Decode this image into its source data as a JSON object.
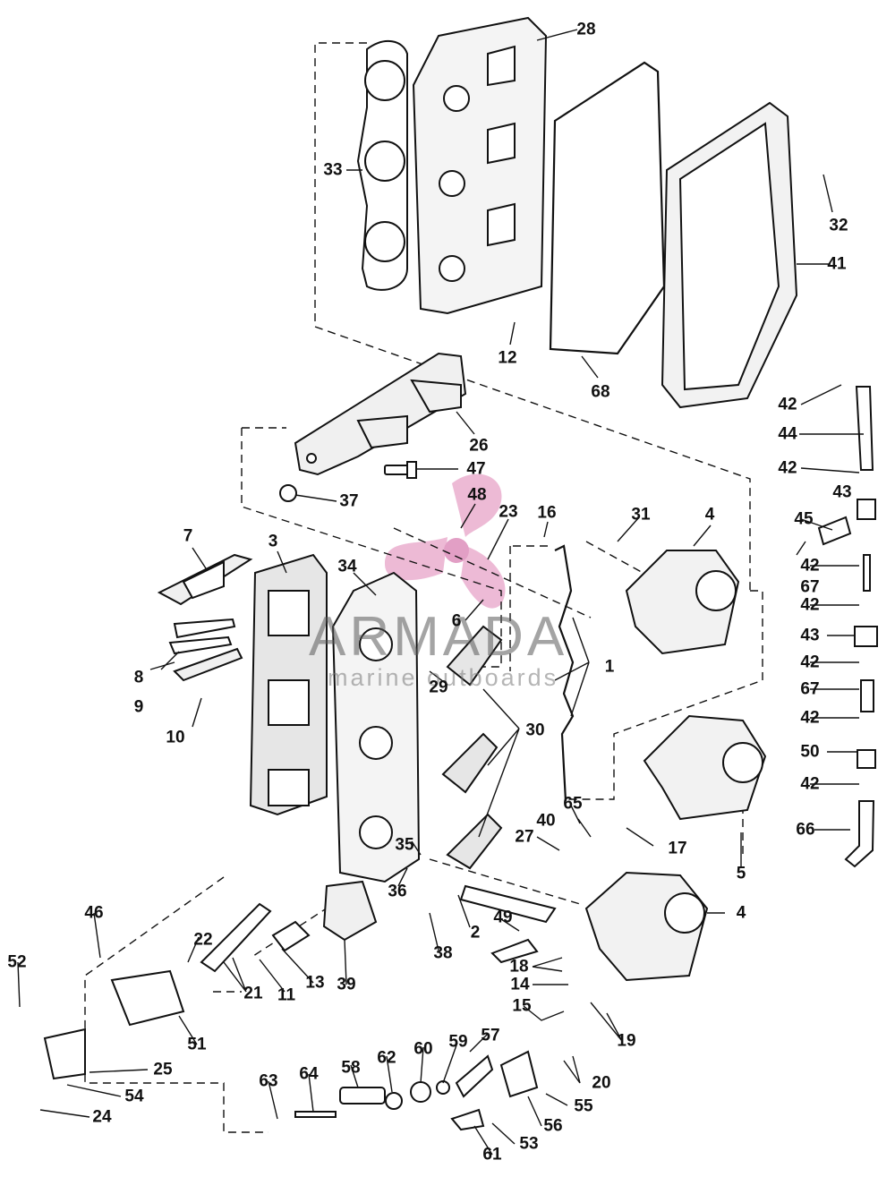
{
  "watermark": {
    "brand": "ARMADA",
    "subtitle": "marine outboards",
    "logo_color": "#e7a3c8"
  },
  "callouts": [
    "28",
    "33",
    "32",
    "41",
    "12",
    "68",
    "42",
    "44",
    "26",
    "47",
    "42",
    "43",
    "37",
    "45",
    "48",
    "16",
    "31",
    "4",
    "23",
    "42",
    "7",
    "3",
    "67",
    "34",
    "42",
    "6",
    "43",
    "1",
    "8",
    "42",
    "9",
    "67",
    "29",
    "30",
    "42",
    "10",
    "50",
    "40",
    "65",
    "27",
    "17",
    "42",
    "35",
    "5",
    "66",
    "36",
    "2",
    "4",
    "46",
    "49",
    "22",
    "38",
    "52",
    "18",
    "21",
    "11",
    "13",
    "39",
    "14",
    "15",
    "51",
    "19",
    "20",
    "25",
    "57",
    "59",
    "60",
    "62",
    "58",
    "64",
    "63",
    "55",
    "54",
    "56",
    "24",
    "53",
    "61"
  ],
  "colors": {
    "ink": "#111111",
    "part_fill": "#f4f4f4",
    "gasket_fill": "#e6e6e6"
  }
}
